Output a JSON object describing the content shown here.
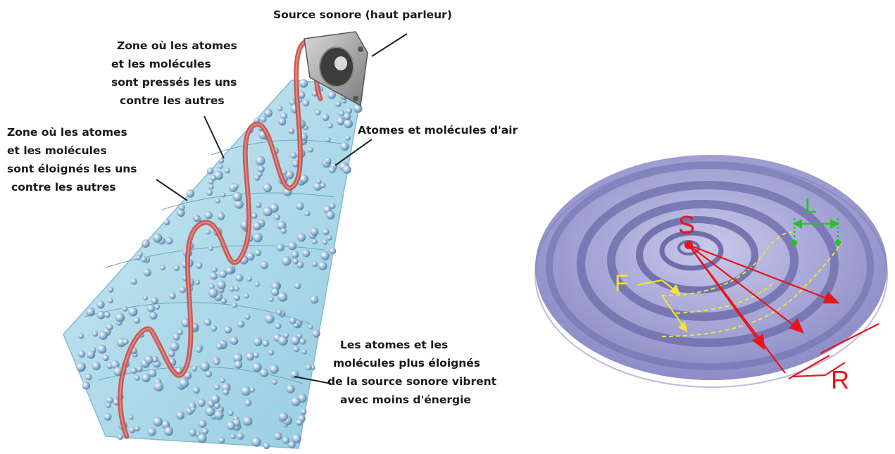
{
  "left_diagram": {
    "labels": {
      "source": "Source sonore (haut parleur)",
      "compressed_zone": [
        "Zone où les atomes",
        "et les molécules",
        "sont pressés les uns",
        "contre les autres"
      ],
      "rarefied_zone": [
        "Zone où les atomes",
        "et les molécules",
        "sont éloignés les uns",
        "contre les autres"
      ],
      "air_particles": "Atomes et molécules d'air",
      "distant_particles": [
        "Les atomes et les",
        "molécules plus éloignés",
        "de la source sonore vibrent",
        "avec moins d'énergie"
      ]
    }
  },
  "right_diagram": {
    "labels": {
      "source": "S",
      "wavelength": "L",
      "front": "F",
      "ray": "R"
    },
    "colors": {
      "source": "#e8141c",
      "wavelength": "#22c522",
      "front": "#f2e23a",
      "ray": "#e8141c",
      "disc": "#9c9cd4"
    }
  }
}
